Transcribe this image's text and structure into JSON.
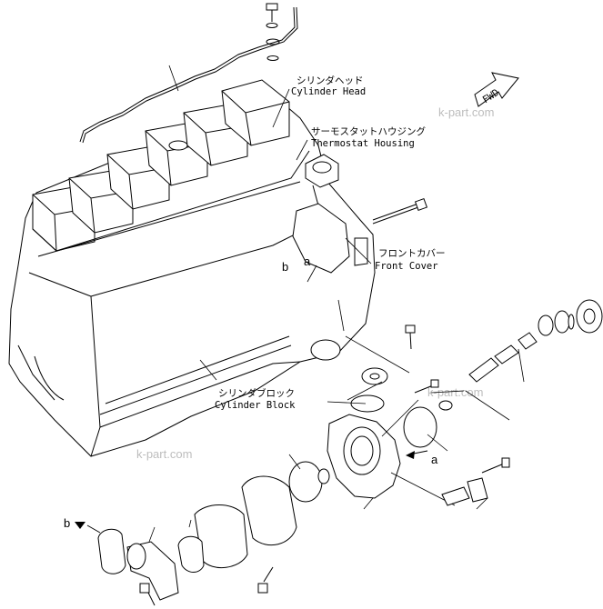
{
  "labels": {
    "cylinder_head_jp": "シリンダヘッド",
    "cylinder_head_en": "Cylinder Head",
    "thermostat_jp": "サーモスタットハウジング",
    "thermostat_en": "Thermostat Housing",
    "front_cover_jp": "フロントカバー",
    "front_cover_en": "Front Cover",
    "cylinder_block_jp": "シリンダブロック",
    "cylinder_block_en": "Cylinder Block",
    "fwd": "FWD"
  },
  "ref_letters": {
    "a": "a",
    "b": "b"
  },
  "watermark": "k-part.com"
}
